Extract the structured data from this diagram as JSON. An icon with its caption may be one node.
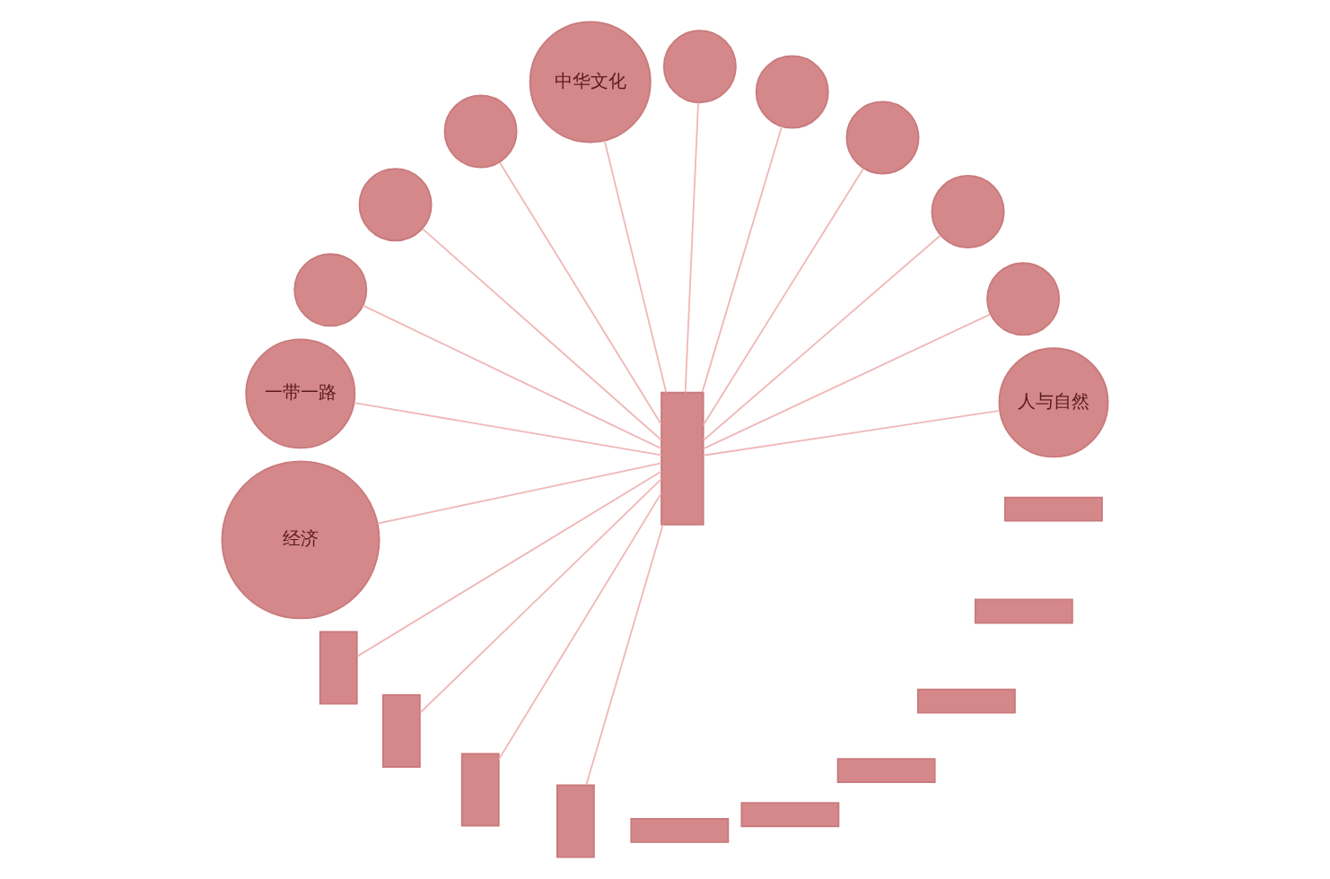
{
  "diagram": {
    "nodes": [
      {
        "text": [],
        "shape": "box"
      },
      {
        "text": [
          "人与自然"
        ]
      },
      {
        "text": [],
        "shape": "circle"
      },
      {
        "text": [],
        "shape": "circle"
      },
      {
        "text": [],
        "shape": "circle"
      },
      {
        "text": [],
        "shape": "circle"
      },
      {
        "text": [],
        "shape": "circle"
      },
      {
        "text": [
          "中华文化"
        ]
      },
      {
        "text": [],
        "shape": "circle"
      },
      {
        "text": [],
        "shape": "circle"
      },
      {
        "text": [],
        "shape": "circle"
      },
      {
        "text": [
          "一带一路"
        ]
      },
      {
        "text": [
          "经济"
        ]
      },
      {
        "text": [],
        "shape": "box"
      },
      {
        "text": [],
        "shape": "box"
      },
      {
        "text": [],
        "shape": "box"
      },
      {
        "text": [],
        "shape": "box"
      },
      {
        "text": [],
        "shape": "box"
      },
      {
        "text": [],
        "shape": "box"
      },
      {
        "text": [],
        "shape": "box"
      },
      {
        "text": [],
        "shape": "box"
      },
      {
        "text": [],
        "shape": "box"
      },
      {
        "text": [],
        "shape": "box"
      }
    ],
    "edges": [
      {
        "from": 0,
        "to": 1,
        "arrow": "none"
      },
      {
        "from": 0,
        "to": 2,
        "arrow": "none"
      },
      {
        "from": 0,
        "to": 3,
        "arrow": "none"
      },
      {
        "from": 0,
        "to": 4,
        "arrow": "none"
      },
      {
        "from": 0,
        "to": 5,
        "arrow": "none"
      },
      {
        "from": 0,
        "to": 6,
        "arrow": "none"
      },
      {
        "from": 0,
        "to": 7,
        "arrow": "none"
      },
      {
        "from": 0,
        "to": 8,
        "arrow": "none"
      },
      {
        "from": 0,
        "to": 9,
        "arrow": "none"
      },
      {
        "from": 0,
        "to": 10,
        "arrow": "none"
      },
      {
        "from": 0,
        "to": 11,
        "arrow": "none"
      },
      {
        "from": 0,
        "to": 12,
        "arrow": "none"
      },
      {
        "from": 0,
        "to": 13,
        "arrow": "none"
      },
      {
        "from": 0,
        "to": 14,
        "arrow": "none"
      },
      {
        "from": 0,
        "to": 15,
        "arrow": "none"
      },
      {
        "from": 0,
        "to": 16,
        "arrow": "none"
      }
    ]
  }
}
